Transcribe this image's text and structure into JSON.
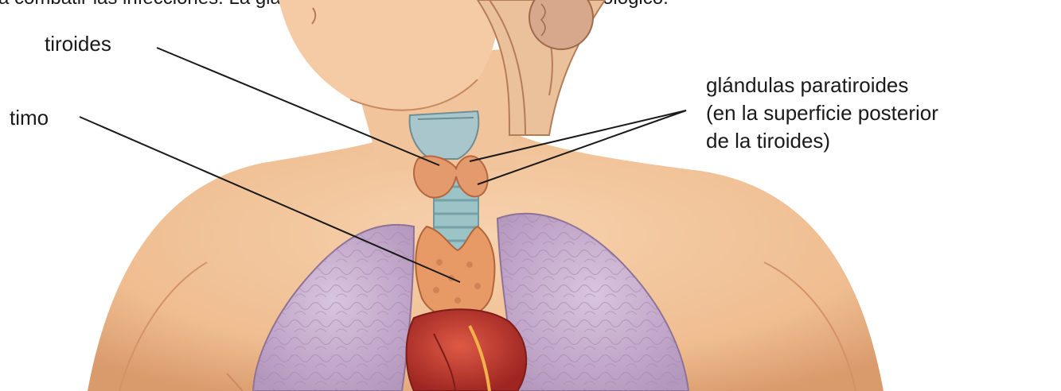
{
  "caption": "a combatir las infecciones. La glándula timo es parte del sistema inmunológico.",
  "labels": {
    "tiroides": "tiroides",
    "timo": "timo",
    "paratiroides_line1": "glándulas paratiroides",
    "paratiroides_line2": "(en la superficie posterior",
    "paratiroides_line3": "de la tiroides)"
  },
  "colors": {
    "skin": "#f1c39a",
    "skin_shadow": "#d99a6c",
    "lung": "#c8aed0",
    "lung_vessel": "#a58aae",
    "thyroid": "#e59a6c",
    "thymus": "#e79a66",
    "heart": "#c73a2f",
    "trachea": "#9cc3c6",
    "leader_line": "#1a1a1a",
    "text": "#1a1a1a"
  }
}
